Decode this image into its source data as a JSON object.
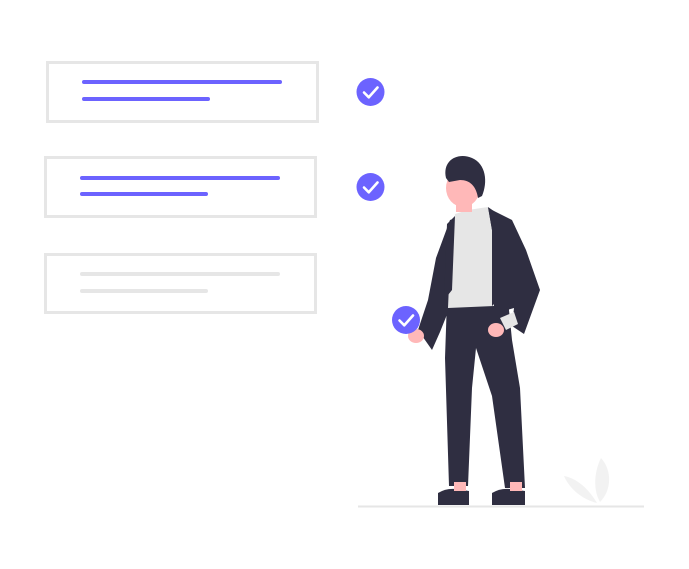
{
  "colors": {
    "background": "#ffffff",
    "accent": "#6C63FF",
    "card_border": "#E6E6E6",
    "placeholder_line": "#E6E6E6",
    "suit": "#2F2E41",
    "shirt": "#E6E6E6",
    "skin": "#FFB8B8",
    "ground": "#E6E6E6",
    "leaf": "#F2F2F2"
  },
  "checklist": {
    "items": [
      {
        "state": "completed",
        "icon": "check-circle-icon"
      },
      {
        "state": "completed",
        "icon": "check-circle-icon"
      },
      {
        "state": "pending",
        "icon": "none"
      }
    ]
  },
  "figure": {
    "icon": "check-circle-icon"
  }
}
